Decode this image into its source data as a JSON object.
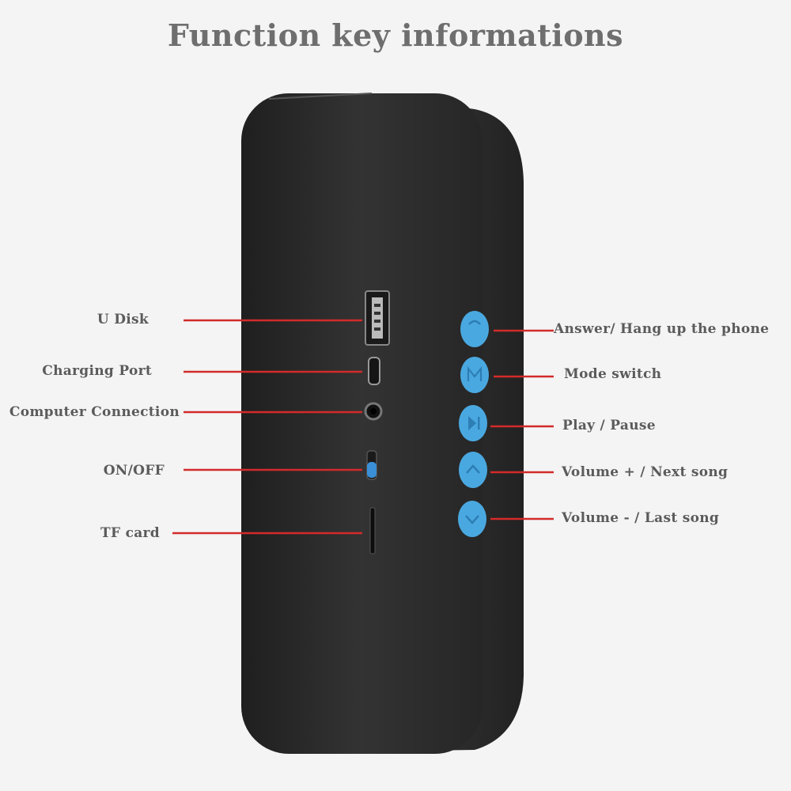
{
  "title": "Function key informations",
  "colors": {
    "background": "#f4f4f4",
    "speaker_body": "#2b2b2b",
    "button": "#4aa8e0",
    "pointer_line": "#d42a2a",
    "label_text": "#5b5b5b"
  },
  "left_ports": [
    {
      "id": "u-disk",
      "label": "U Disk",
      "icon": "usb-port-icon"
    },
    {
      "id": "charging-port",
      "label": "Charging Port",
      "icon": "micro-usb-port-icon"
    },
    {
      "id": "computer-connection",
      "label": "Computer Connection",
      "icon": "audio-jack-icon"
    },
    {
      "id": "on-off",
      "label": "ON/OFF",
      "icon": "power-switch-icon"
    },
    {
      "id": "tf-card",
      "label": "TF card",
      "icon": "tf-card-slot-icon"
    }
  ],
  "right_buttons": [
    {
      "id": "answer",
      "label": "Answer/ Hang up the phone",
      "icon": "phone-icon"
    },
    {
      "id": "mode",
      "label": "Mode switch",
      "icon": "mode-m-icon"
    },
    {
      "id": "play",
      "label": "Play / Pause",
      "icon": "play-pause-icon"
    },
    {
      "id": "vol-up",
      "label": "Volume + / Next song",
      "icon": "chevron-up-icon"
    },
    {
      "id": "vol-down",
      "label": "Volume - / Last song",
      "icon": "chevron-down-icon"
    }
  ]
}
